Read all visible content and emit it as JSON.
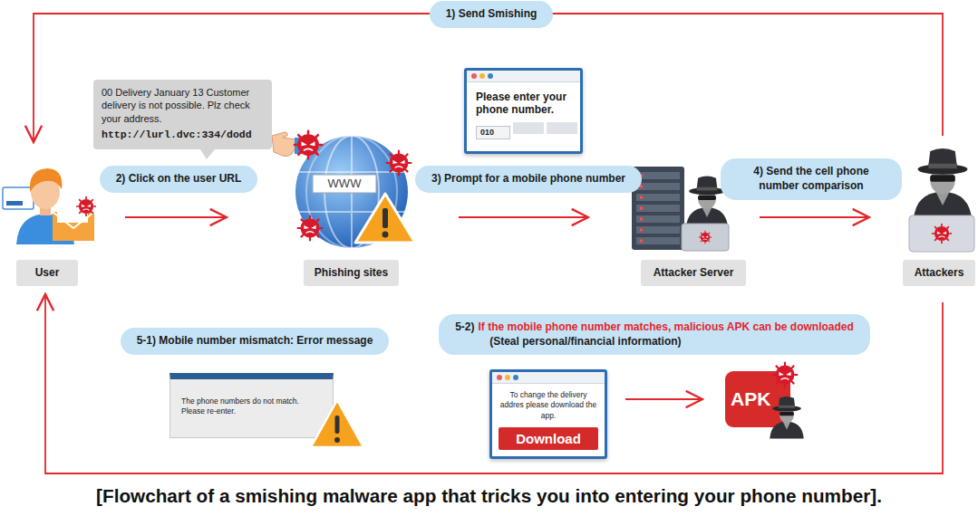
{
  "diagram": {
    "caption": "[Flowchart of a smishing malware app that tricks you into entering your phone number].",
    "nodes": [
      {
        "text": [
          "00 Delivery January 13 Customer delivery is not possible. Plz check your address.",
          "http://lurl.dvc:334/dodd"
        ]
      },
      {
        "text": [
          "Please enter your phone number.",
          "010"
        ]
      },
      {
        "text": [
          "User"
        ]
      },
      {
        "text": [
          "Phishing sites"
        ]
      },
      {
        "text": [
          "Attacker Server"
        ]
      },
      {
        "text": [
          "Attackers"
        ]
      },
      {
        "text": [
          "5-1) Mobile number mismatch: Error message"
        ]
      },
      {
        "text": [
          "5-2)",
          "If the mobile phone number matches, malicious APK can be downloaded",
          "(Steal personal/financial information)"
        ]
      },
      {
        "text": [
          "The phone numbers do not match. Please re-enter."
        ]
      },
      {
        "text": [
          "To change the delivery addres please download the app."
        ]
      },
      {
        "text": [
          "Download"
        ],
        "in": 9
      },
      {
        "text": [
          "APK"
        ]
      }
    ],
    "edges": [
      {
        "from": 5,
        "to": 2,
        "arrow": "to",
        "label": "1) Send Smishing"
      },
      {
        "from": 2,
        "to": 3,
        "arrow": "to",
        "label": "2) Click on the user URL"
      },
      {
        "from": 3,
        "to": 4,
        "arrow": "to",
        "label": "3) Prompt for a mobile phone number"
      },
      {
        "from": 4,
        "to": 5,
        "arrow": "to",
        "label": "4) Send the cell phone number comparison"
      },
      {
        "from": 5,
        "to": 2,
        "arrow": "to"
      },
      {
        "from": 9,
        "to": 11,
        "arrow": "to"
      }
    ],
    "labels": [
      "WWW"
    ]
  }
}
